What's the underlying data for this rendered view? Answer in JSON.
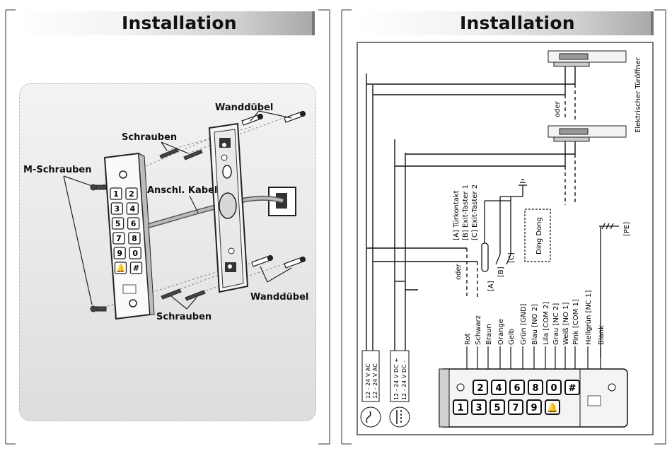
{
  "left_page": {
    "title": "Installation",
    "labels": {
      "wall_plugs_top": "Wanddübel",
      "screws_top": "Schrauben",
      "m_screws": "M-Schrauben",
      "cable": "Anschl. Kabel",
      "wall_plugs_bottom": "Wanddübel",
      "screws_bottom": "Schrauben"
    },
    "keypad_keys": [
      "1",
      "2",
      "3",
      "4",
      "5",
      "6",
      "7",
      "8",
      "9",
      "0",
      "🔔",
      "#"
    ]
  },
  "right_page": {
    "title": "Installation",
    "door_opener_label": "Elektrischer Türöffner",
    "oder_top": "oder",
    "oder_left": "oder",
    "legend": [
      "[A] Türkontakt",
      "[B] Exit-Taster 1",
      "[C] Exit-Taster 2"
    ],
    "ding_dong": "Ding Dong",
    "pe": "[PE]",
    "markers": {
      "a": "[A]",
      "b": "[B]",
      "c": "[C]"
    },
    "wires": [
      {
        "color": "Rot",
        "term": ""
      },
      {
        "color": "Schwarz",
        "term": ""
      },
      {
        "color": "Braun",
        "term": ""
      },
      {
        "color": "Orange",
        "term": ""
      },
      {
        "color": "Gelb",
        "term": ""
      },
      {
        "color": "Grün",
        "term": "[GND]"
      },
      {
        "color": "Blau",
        "term": "[NO 2]"
      },
      {
        "color": "Lila",
        "term": "[COM 2]"
      },
      {
        "color": "Grau",
        "term": "[NC 2]"
      },
      {
        "color": "Weiß",
        "term": "[NO 1]"
      },
      {
        "color": "Pink",
        "term": "[COM 1]"
      },
      {
        "color": "Hellgrün",
        "term": "[NC 1]"
      },
      {
        "color": "Blank",
        "term": ""
      }
    ],
    "power_ac": [
      "12 - 24 V AC",
      "12 - 24 V AC"
    ],
    "power_dc": [
      "12 - 24 V DC +",
      "12 - 24 V DC -"
    ],
    "keypad_top_row": [
      "2",
      "4",
      "6",
      "8",
      "0",
      "#"
    ],
    "keypad_bottom_row": [
      "1",
      "3",
      "5",
      "7",
      "9",
      "🔔"
    ]
  }
}
